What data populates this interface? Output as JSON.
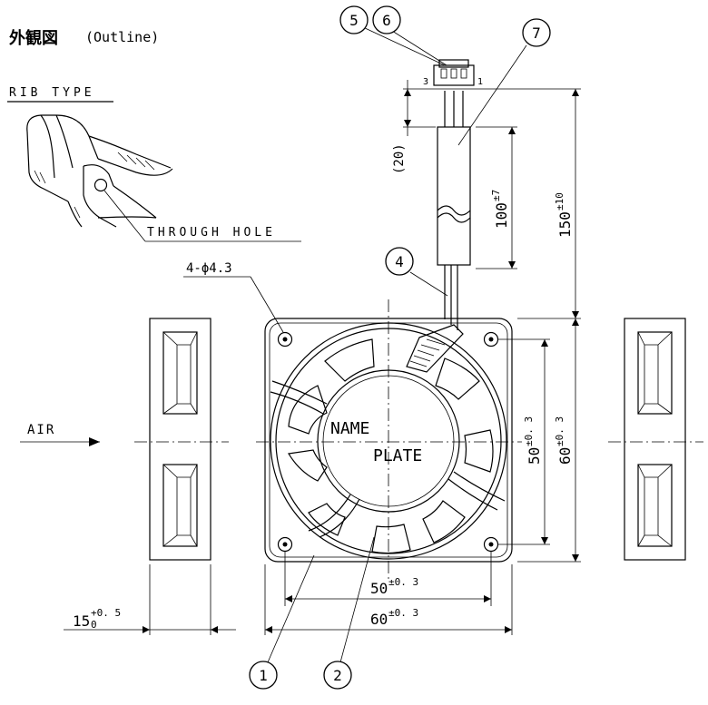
{
  "title": {
    "jp": "外観図",
    "en": "(Outline)"
  },
  "rib": {
    "label": "RIB TYPE",
    "hole": "THROUGH HOLE"
  },
  "holes_label": "4-ϕ4.3",
  "air_label": "AIR",
  "name_plate": {
    "line1": "NAME",
    "line2": "PLATE"
  },
  "connector_pins": {
    "left": "3",
    "right": "1"
  },
  "dims": {
    "lead_offset": "(20)",
    "sleeve": {
      "main": "100",
      "tol": "±7"
    },
    "lead_total": {
      "main": "150",
      "tol": "±10"
    },
    "hole_pitch_v": {
      "main": "50",
      "tol": "±0. 3"
    },
    "height": {
      "main": "60",
      "tol": "±0. 3"
    },
    "hole_pitch_h": {
      "main": "50",
      "tol": "±0. 3"
    },
    "width": {
      "main": "60",
      "tol": "±0. 3"
    },
    "depth": {
      "main": "15",
      "tol_upper": "+0. 5",
      "tol_lower": "0"
    }
  },
  "callouts": [
    "1",
    "2",
    "4",
    "5",
    "6",
    "7"
  ]
}
